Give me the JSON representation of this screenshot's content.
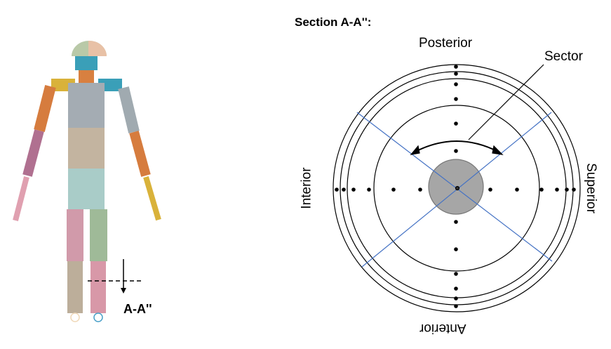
{
  "section_title": "Section A-A'':",
  "labels": {
    "posterior": "Posterior",
    "anterior": "Anterior",
    "interior": "Interior",
    "superior": "Superior",
    "sector": "Sector"
  },
  "cut_label": "A-A''",
  "colors": {
    "blue_line": "#4472c4",
    "bone": "#a6a6a6"
  }
}
